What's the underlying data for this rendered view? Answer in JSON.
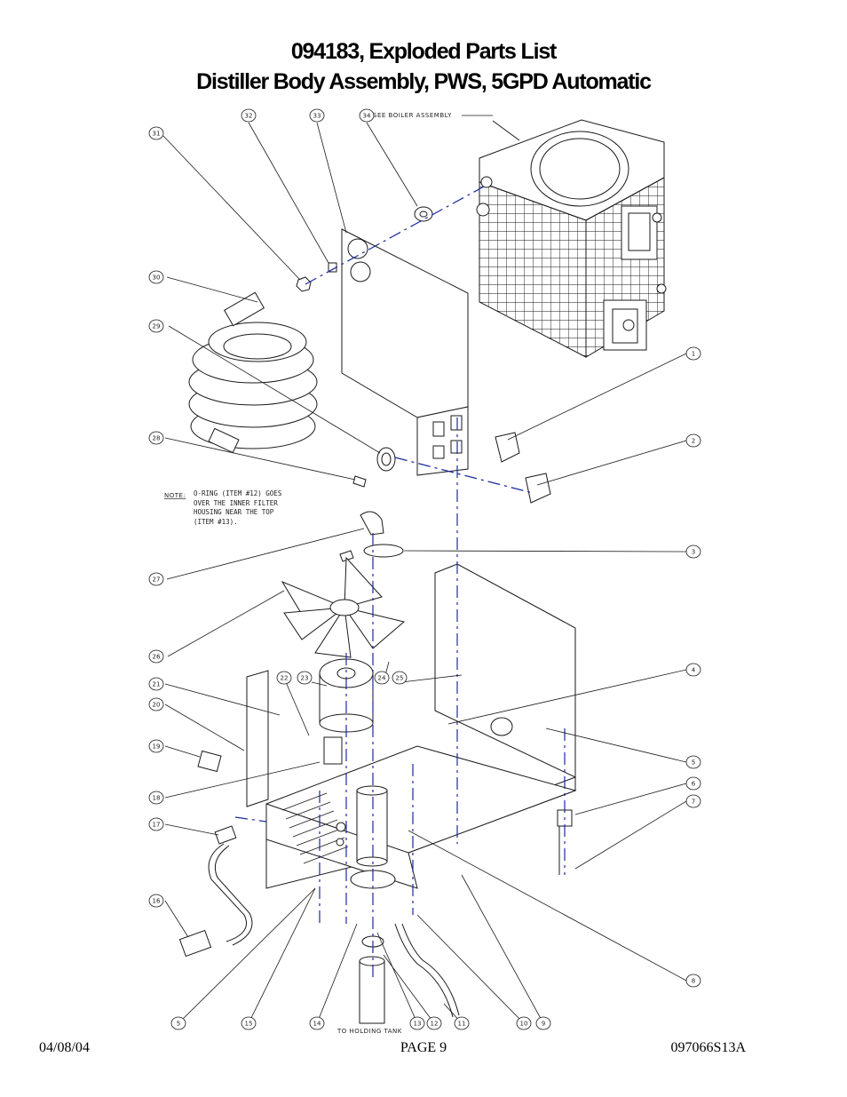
{
  "header": {
    "title_line1": "094183, Exploded Parts List",
    "title_line2": "Distiller Body Assembly, PWS, 5GPD Automatic"
  },
  "drawing": {
    "callouts": [
      "1",
      "2",
      "3",
      "4",
      "5",
      "6",
      "7",
      "8",
      "9",
      "10",
      "11",
      "12",
      "13",
      "14",
      "15",
      "16",
      "17",
      "18",
      "19",
      "20",
      "21",
      "22",
      "23",
      "24",
      "25",
      "26",
      "27",
      "28",
      "29",
      "30",
      "31",
      "32",
      "33",
      "34",
      "5"
    ],
    "boiler_label": "SEE BOILER ASSEMBLY",
    "tank_label": "TO HOLDING TANK",
    "note_label": "NOTE:",
    "note_text": "O-RING (ITEM #12) GOES\nOVER THE INNER FILTER\nHOUSING NEAR THE TOP\n(ITEM #13)."
  },
  "footer": {
    "date": "04/08/04",
    "page": "PAGE 9",
    "doc_number": "097066S13A"
  },
  "colors": {
    "line": "#1a1a1a",
    "dash": "#1a2a9e"
  }
}
